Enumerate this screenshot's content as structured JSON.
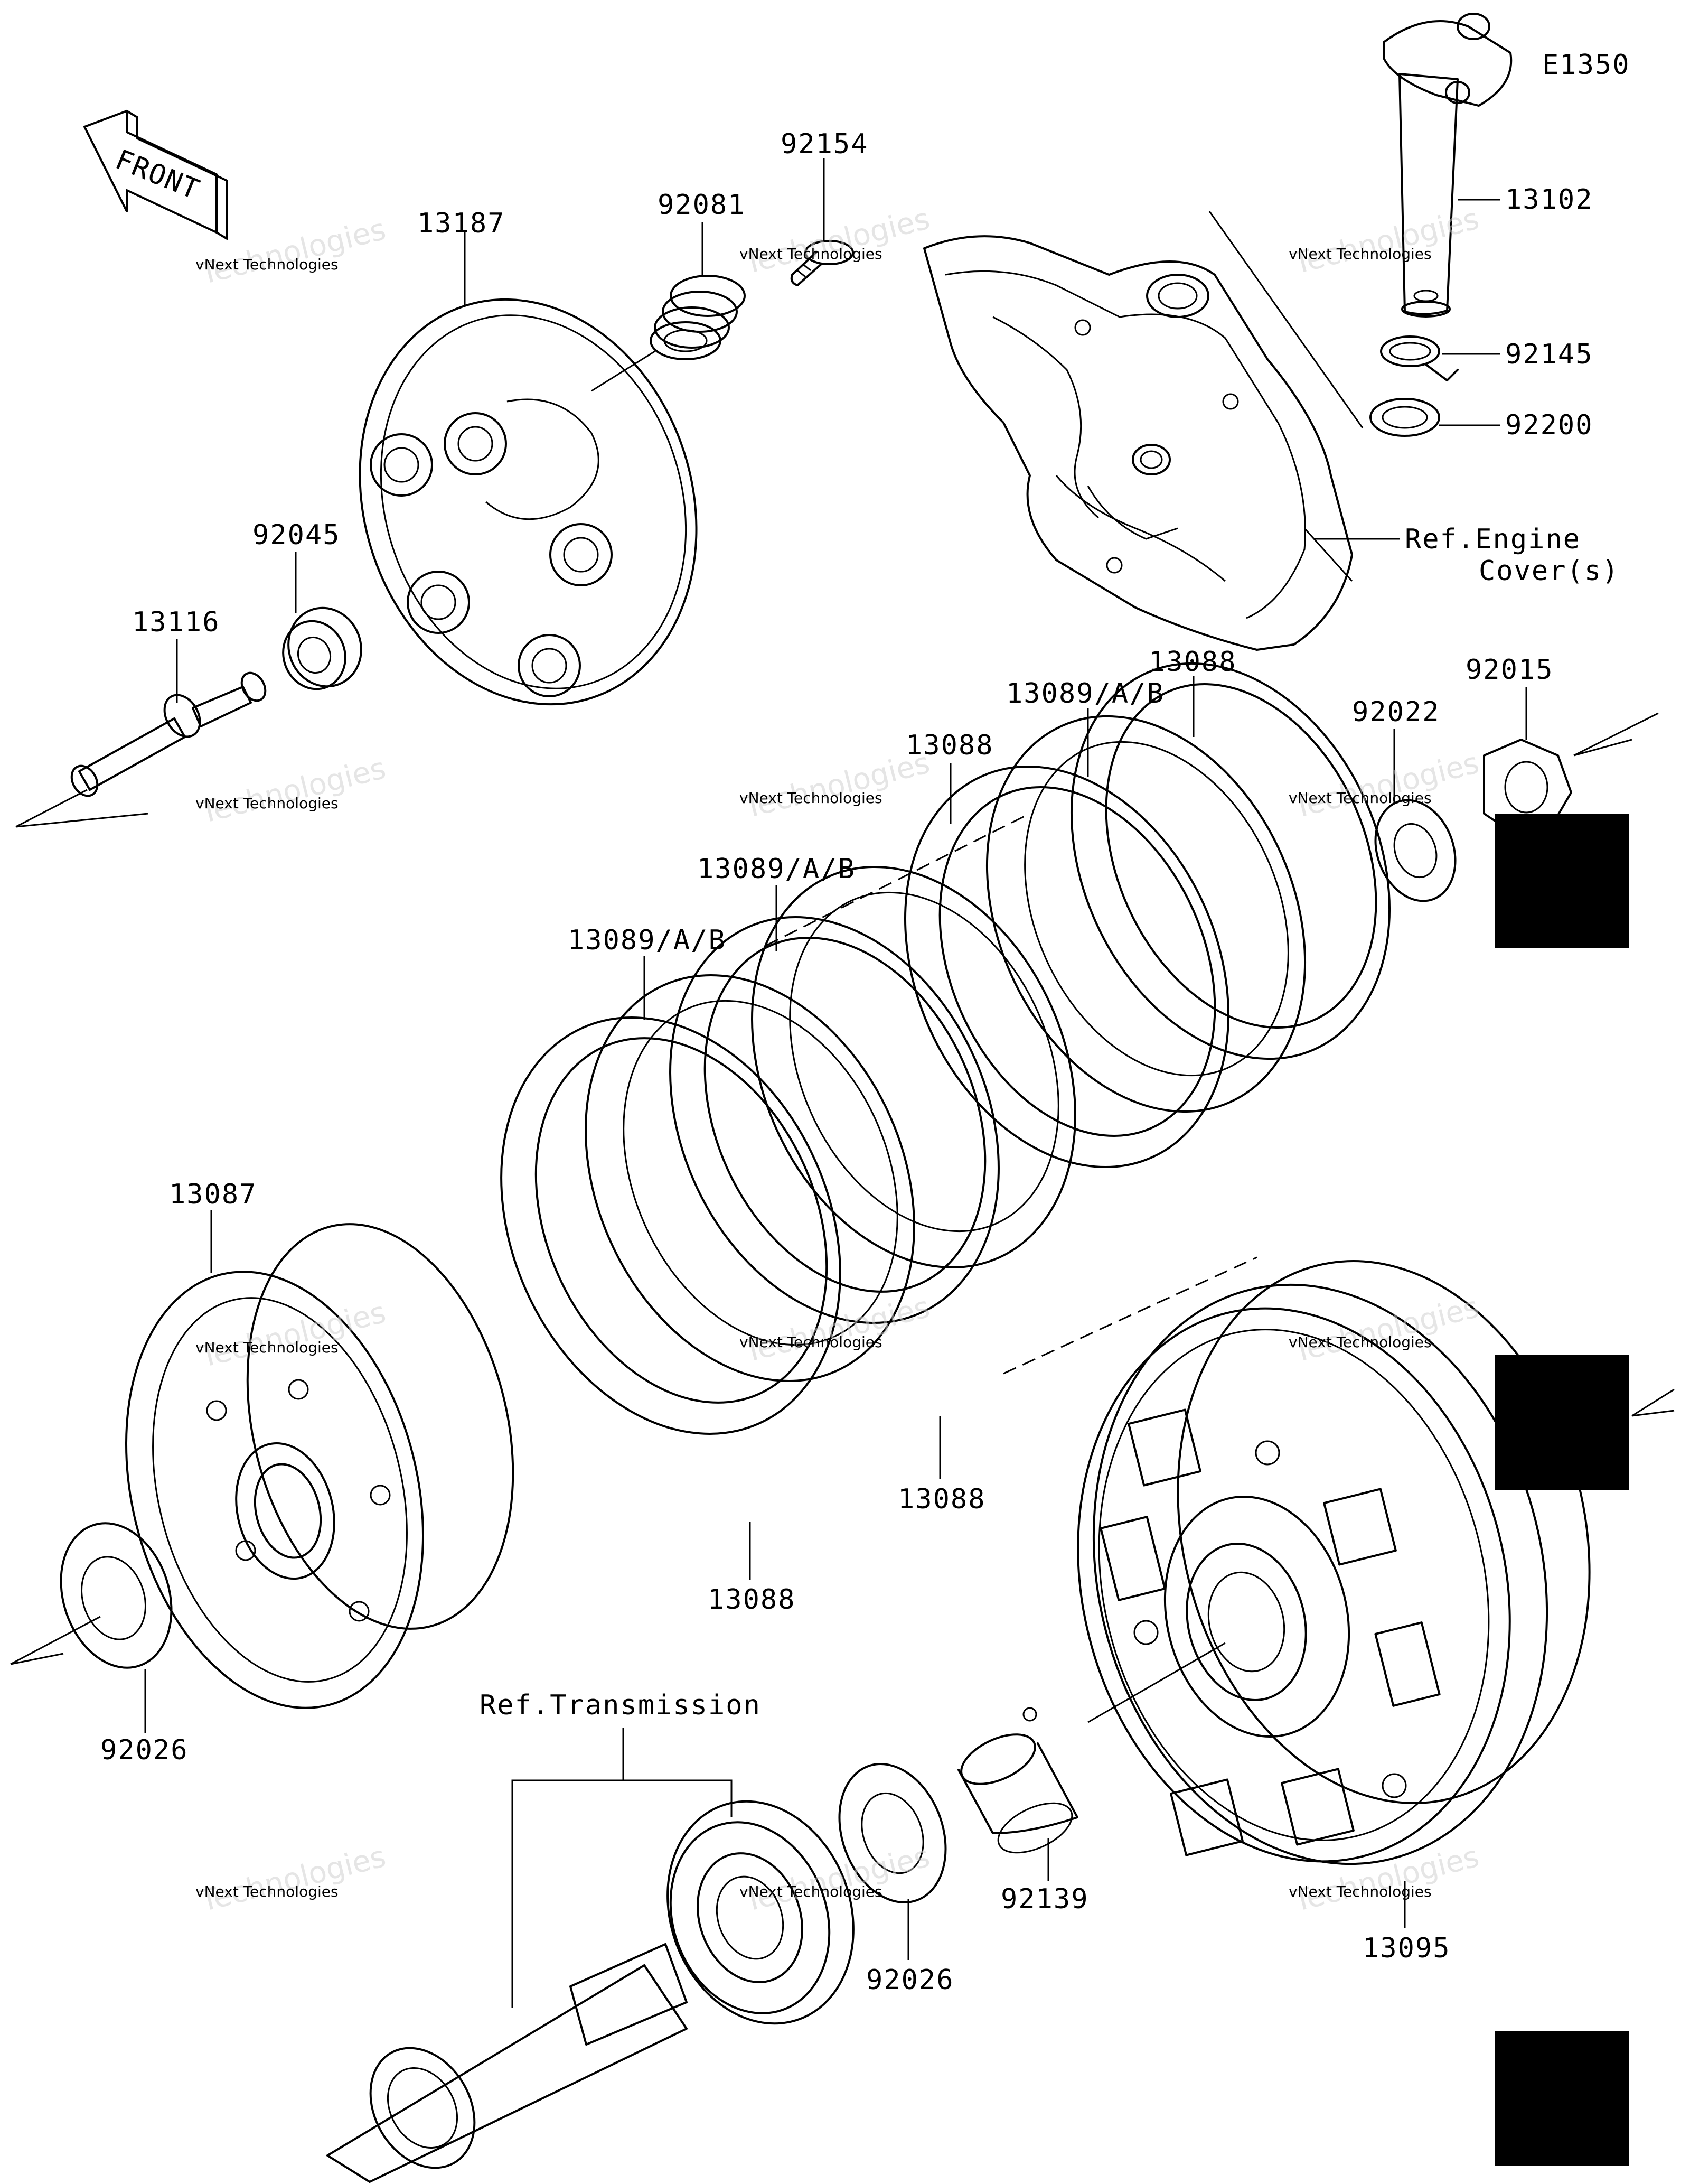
{
  "diagram": {
    "code": "E1350",
    "front_arrow_label": "FRONT",
    "watermark_line1": "vNext Technologies",
    "watermark_line2": "Technologies",
    "watermark_line3": "vNext",
    "parts": [
      {
        "id": "p13102",
        "number": "13102"
      },
      {
        "id": "p92145",
        "number": "92145"
      },
      {
        "id": "p92200",
        "number": "92200"
      },
      {
        "id": "p92154",
        "number": "92154"
      },
      {
        "id": "p92081",
        "number": "92081"
      },
      {
        "id": "p13187",
        "number": "13187"
      },
      {
        "id": "p92045",
        "number": "92045"
      },
      {
        "id": "p13116",
        "number": "13116"
      },
      {
        "id": "p13088a",
        "number": "13088"
      },
      {
        "id": "p13089a",
        "number": "13089/A/B"
      },
      {
        "id": "p13088b",
        "number": "13088"
      },
      {
        "id": "p13089b",
        "number": "13089/A/B"
      },
      {
        "id": "p13089c",
        "number": "13089/A/B"
      },
      {
        "id": "p92022",
        "number": "92022"
      },
      {
        "id": "p92015",
        "number": "92015"
      },
      {
        "id": "p13087",
        "number": "13087"
      },
      {
        "id": "p13088c",
        "number": "13088"
      },
      {
        "id": "p13088d",
        "number": "13088"
      },
      {
        "id": "p92026a",
        "number": "92026"
      },
      {
        "id": "p92139",
        "number": "92139"
      },
      {
        "id": "p92026b",
        "number": "92026"
      },
      {
        "id": "p13095",
        "number": "13095"
      }
    ],
    "ref_engine_cover_line1": "Ref.Engine",
    "ref_engine_cover_line2": "Cover(s)",
    "ref_transmission": "Ref.Transmission"
  }
}
